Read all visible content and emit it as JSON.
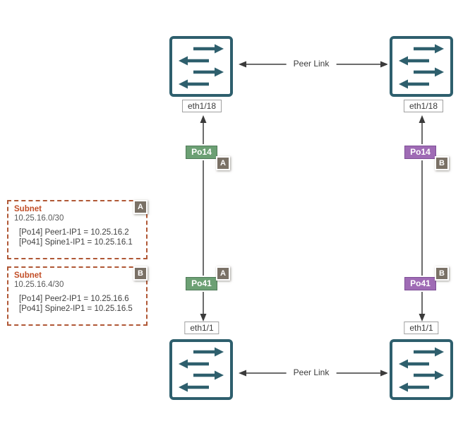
{
  "colors": {
    "switch_teal": "#2E5F6D",
    "connector_dark": "#3B3B3B",
    "po_green": "#6CA074",
    "po_purple": "#9F6BB5",
    "zone_gray": "#7A7166",
    "subnet_title_orange": "#C24E27",
    "subnet_border_orange": "#B05836"
  },
  "switches": [
    {
      "port_label": "eth1/18"
    },
    {
      "port_label": "eth1/18"
    },
    {
      "port_label": "eth1/1"
    },
    {
      "port_label": "eth1/1"
    }
  ],
  "peer_links": [
    {
      "label": "Peer Link"
    },
    {
      "label": "Peer Link"
    }
  ],
  "port_channels": [
    {
      "label": "Po14",
      "zone": "A"
    },
    {
      "label": "Po14",
      "zone": "B"
    },
    {
      "label": "Po41",
      "zone": "A"
    },
    {
      "label": "Po41",
      "zone": "B"
    }
  ],
  "subnets": [
    {
      "zone": "A",
      "title": "Subnet",
      "cidr": "10.25.16.0/30",
      "entries": [
        "[Po14] Peer1-IP1 = 10.25.16.2",
        "[Po41] Spine1-IP1 = 10.25.16.1"
      ]
    },
    {
      "zone": "B",
      "title": "Subnet",
      "cidr": "10.25.16.4/30",
      "entries": [
        "[Po14] Peer2-IP1 = 10.25.16.6",
        "[Po41] Spine2-IP1 = 10.25.16.5"
      ]
    }
  ]
}
